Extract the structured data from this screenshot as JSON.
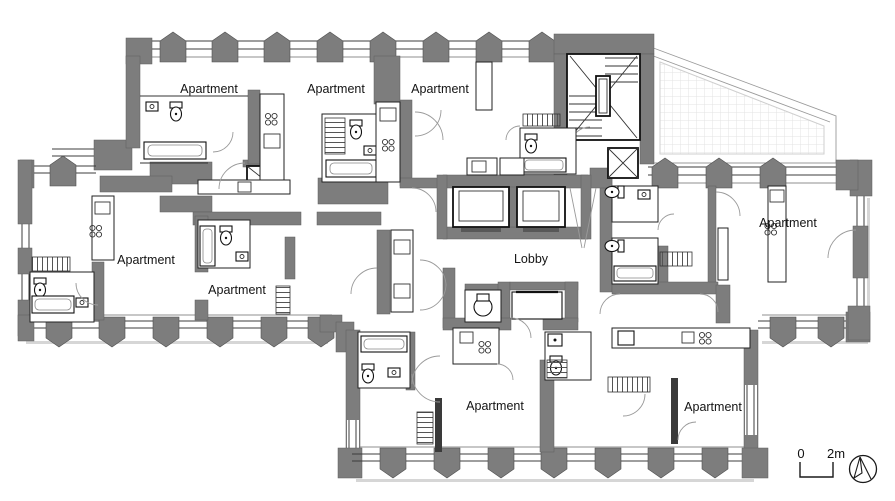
{
  "plan": {
    "type": "residential-floor-plan",
    "rooms": [
      {
        "id": "apartment-top-left",
        "label": "Apartment"
      },
      {
        "id": "apartment-top-middle",
        "label": "Apartment"
      },
      {
        "id": "apartment-top-right",
        "label": "Apartment"
      },
      {
        "id": "apartment-east-wing",
        "label": "Apartment"
      },
      {
        "id": "apartment-west-wing",
        "label": "Apartment"
      },
      {
        "id": "apartment-middle-left",
        "label": "Apartment"
      },
      {
        "id": "lobby",
        "label": "Lobby"
      },
      {
        "id": "apartment-bottom-middle",
        "label": "Apartment"
      },
      {
        "id": "apartment-bottom-right",
        "label": "Apartment"
      }
    ]
  },
  "scale_bar": {
    "start_label": "0",
    "end_label": "2m"
  },
  "compass": {
    "icon": "north-arrow"
  },
  "colors": {
    "wall_gray": "#7d7d7d",
    "line_black": "#1a1a1a",
    "door_arc_gray": "#9a9a9a",
    "terrace_grid_gray": "#e3e3e3",
    "background": "#ffffff"
  }
}
